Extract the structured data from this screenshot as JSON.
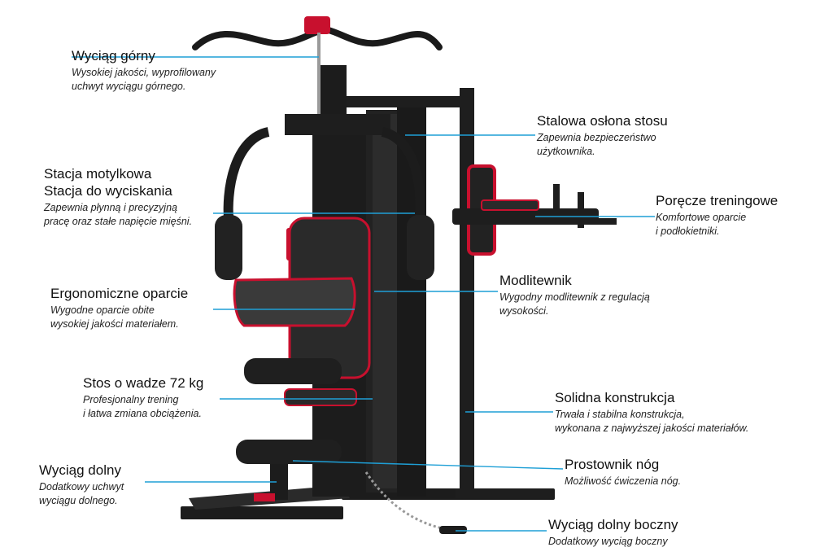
{
  "accent_color": "#1e9fd6",
  "frame_color": "#1c1c1c",
  "trim_color": "#c8102e",
  "callouts": {
    "upper_pulley": {
      "title": "Wyciąg górny",
      "desc1": "Wysokiej jakości, wyprofilowany",
      "desc2": "uchwyt wyciągu górnego."
    },
    "stack_shroud": {
      "title": "Stalowa osłona stosu",
      "desc1": "Zapewnia bezpieczeństwo",
      "desc2": "użytkownika."
    },
    "butterfly": {
      "title1": "Stacja motylkowa",
      "title2": "Stacja do wyciskania",
      "desc1": "Zapewnia płynną i precyzyjną",
      "desc2": "pracę oraz stałe napięcie mięśni."
    },
    "dip_handles": {
      "title": "Poręcze treningowe",
      "desc1": "Komfortowe oparcie",
      "desc2": "i podłokietniki."
    },
    "preacher": {
      "title": "Modlitewnik",
      "desc1": "Wygodny modlitewnik z regulacją",
      "desc2": "wysokości."
    },
    "backrest": {
      "title": "Ergonomiczne oparcie",
      "desc1": "Wygodne oparcie obite",
      "desc2": "wysokiej jakości materiałem."
    },
    "weight_stack": {
      "title": "Stos o wadze 72 kg",
      "desc1": "Profesjonalny trening",
      "desc2": "i łatwa zmiana obciążenia."
    },
    "construction": {
      "title": "Solidna konstrukcja",
      "desc1": "Trwała i stabilna konstrukcja,",
      "desc2": "wykonana z najwyższej jakości materiałów."
    },
    "low_pulley": {
      "title": "Wyciąg dolny",
      "desc1": "Dodatkowy uchwyt",
      "desc2": "wyciągu dolnego."
    },
    "leg_extension": {
      "title": "Prostownik nóg",
      "desc1": "Możliwość ćwiczenia nóg."
    },
    "side_low_pulley": {
      "title": "Wyciąg dolny boczny",
      "desc1": "Dodatkowy wyciąg boczny"
    }
  }
}
